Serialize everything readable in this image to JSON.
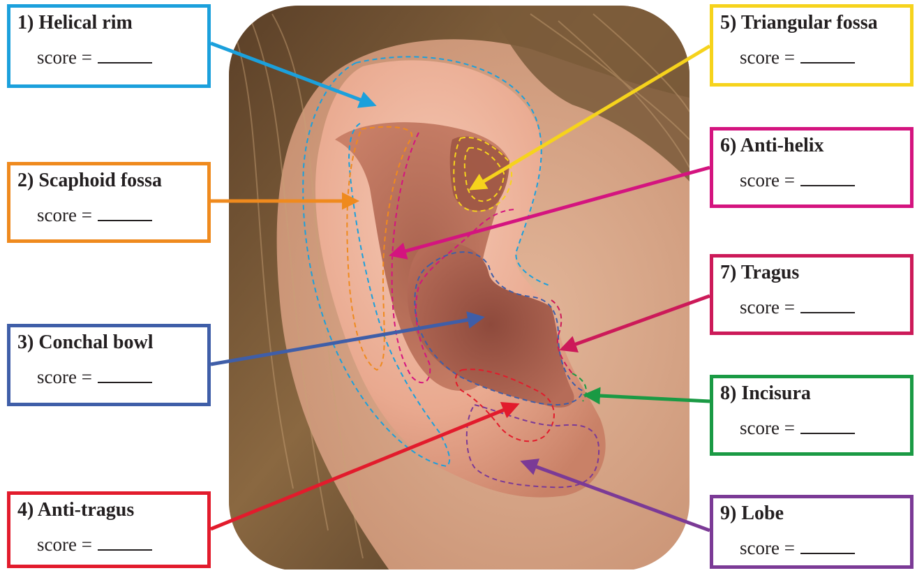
{
  "labels": [
    {
      "title": "1) Helical rim",
      "score_text": "score =",
      "color": "#1ba0dc"
    },
    {
      "title": "2) Scaphoid fossa",
      "score_text": "score =",
      "color": "#ef8a1e"
    },
    {
      "title": "3) Conchal bowl",
      "score_text": "score =",
      "color": "#3f5ea8"
    },
    {
      "title": "4) Anti-tragus",
      "score_text": "score =",
      "color": "#e21b2c"
    },
    {
      "title": "5) Triangular fossa",
      "score_text": "score =",
      "color": "#f6d31c"
    },
    {
      "title": "6) Anti-helix",
      "score_text": "score =",
      "color": "#d4147f"
    },
    {
      "title": "7) Tragus",
      "score_text": "score =",
      "color": "#cc1a59"
    },
    {
      "title": "8) Incisura",
      "score_text": "score =",
      "color": "#1a9a44"
    },
    {
      "title": "9) Lobe",
      "score_text": "score =",
      "color": "#7b3a96"
    }
  ],
  "photo": {
    "subject": "ear-photo"
  }
}
